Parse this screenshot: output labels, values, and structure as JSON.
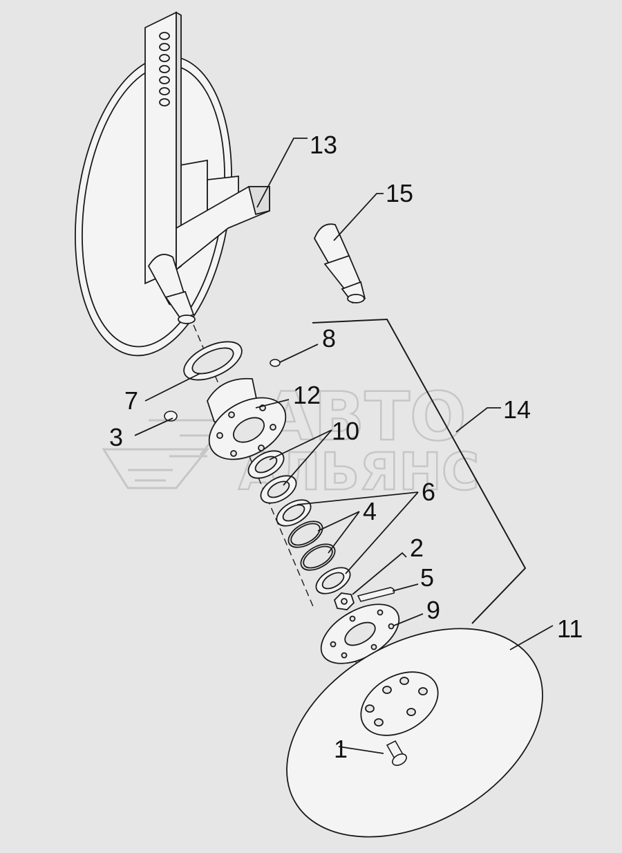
{
  "watermark": {
    "line1": "АВТО",
    "line2": "АЛЬЯНС"
  },
  "callouts": [
    {
      "id": "1",
      "text": "1"
    },
    {
      "id": "2",
      "text": "2"
    },
    {
      "id": "3",
      "text": "3"
    },
    {
      "id": "4",
      "text": "4"
    },
    {
      "id": "5",
      "text": "5"
    },
    {
      "id": "6",
      "text": "6"
    },
    {
      "id": "7",
      "text": "7"
    },
    {
      "id": "8",
      "text": "8"
    },
    {
      "id": "9",
      "text": "9"
    },
    {
      "id": "10",
      "text": "10"
    },
    {
      "id": "11",
      "text": "11"
    },
    {
      "id": "12",
      "text": "12"
    },
    {
      "id": "13",
      "text": "13"
    },
    {
      "id": "14",
      "text": "14"
    },
    {
      "id": "15",
      "text": "15"
    }
  ],
  "colors": {
    "background": "#e6e6e6",
    "line": "#1a1a1a",
    "part_fill": "#f4f4f4",
    "watermark": "#c6c6c6"
  }
}
